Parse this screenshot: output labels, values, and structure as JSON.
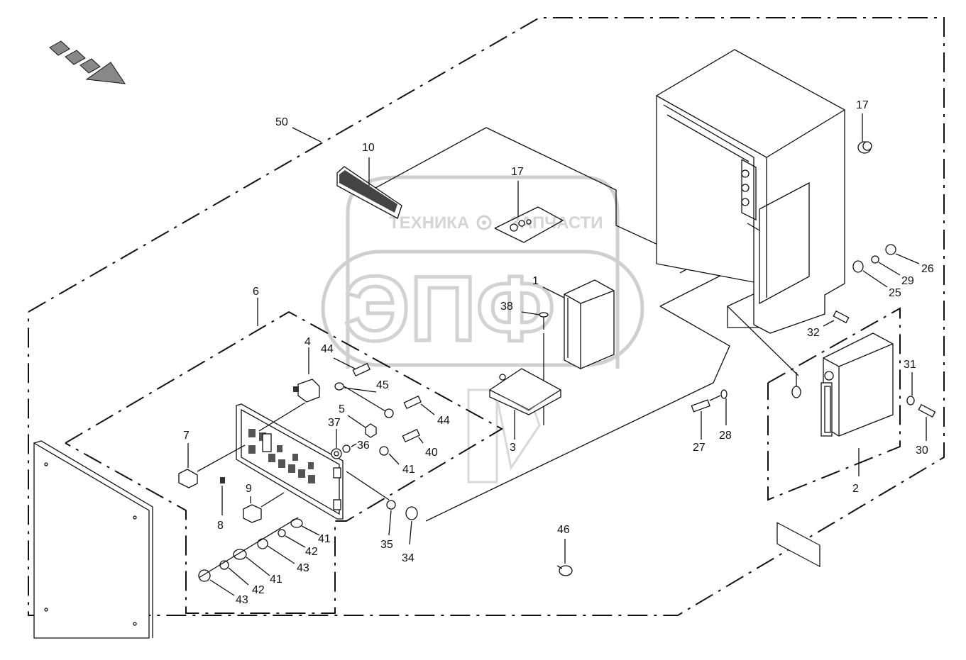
{
  "watermark": {
    "top_left": "ТЕХНИКА",
    "top_right": "ЗАПЧАСТИ",
    "logo": "ЭПФ"
  },
  "callouts": {
    "c50": "50",
    "c10": "10",
    "c17a": "17",
    "c17b": "17",
    "c6": "6",
    "c4": "4",
    "c44a": "44",
    "c45": "45",
    "c44b": "44",
    "c5": "5",
    "c37": "37",
    "c36": "36",
    "c40": "40",
    "c41a": "41",
    "c7": "7",
    "c9": "9",
    "c8": "8",
    "c35": "35",
    "c34": "34",
    "c41b": "41",
    "c42a": "42",
    "c43a": "43",
    "c41c": "41",
    "c42b": "42",
    "c43b": "43",
    "c1": "1",
    "c38": "38",
    "c3": "3",
    "c46": "46",
    "c26": "26",
    "c29": "29",
    "c25": "25",
    "c32": "32",
    "c31": "31",
    "c30": "30",
    "c27": "27",
    "c28": "28",
    "c2": "2"
  },
  "icons": {
    "direction": "arrow-right-down-icon",
    "watermark": "gear-icon"
  },
  "colors": {
    "line": "#111111",
    "watermark": "#cfcfcf",
    "background": "#ffffff"
  }
}
